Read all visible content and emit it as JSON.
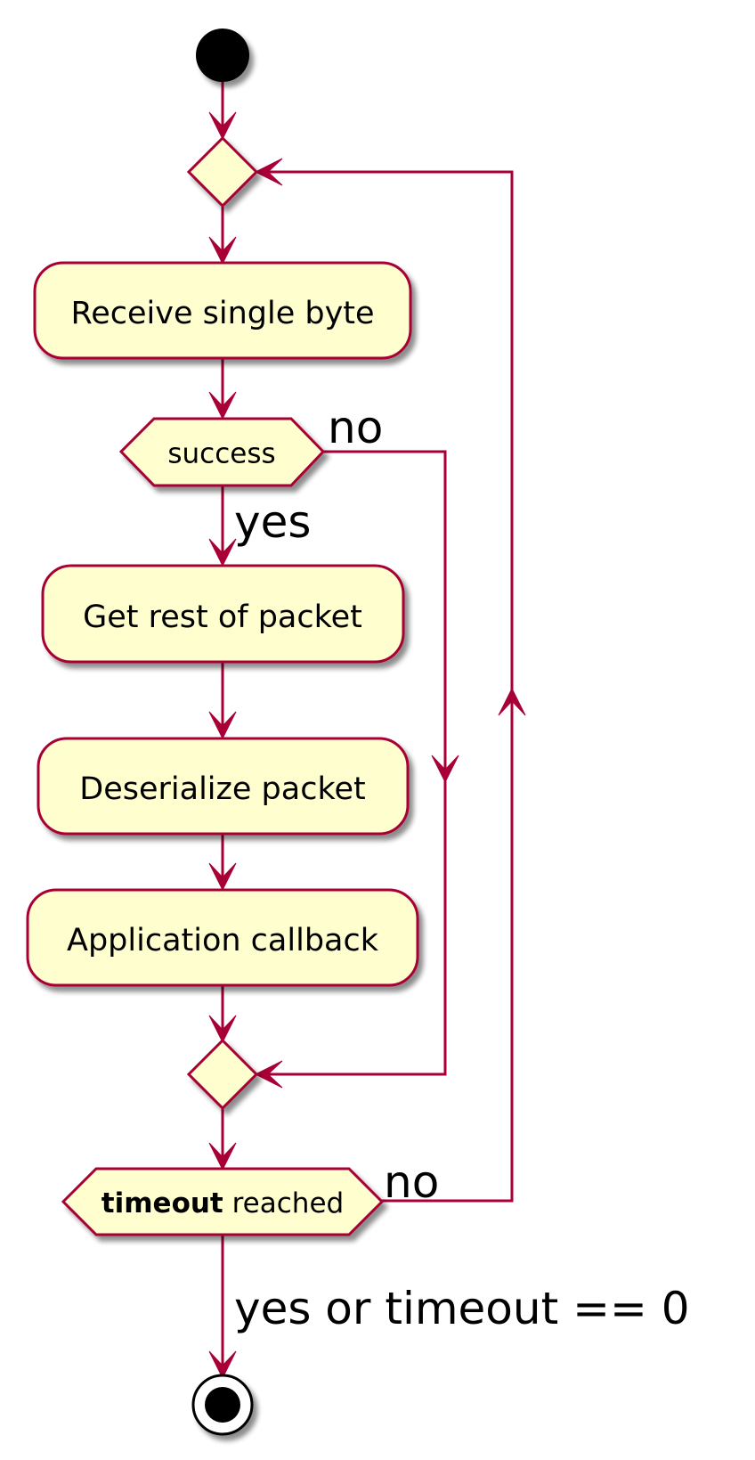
{
  "activities": {
    "receive": "Receive single byte",
    "get_rest": "Get rest of packet",
    "deserialize": "Deserialize packet",
    "callback": "Application callback"
  },
  "conditions": {
    "success": "success",
    "timeout_bold": "timeout",
    "timeout_rest": " reached"
  },
  "labels": {
    "success_no": "no",
    "success_yes": "yes",
    "timeout_no": "no",
    "timeout_yes": "yes or timeout == 0"
  },
  "colors": {
    "stroke": "#A80036",
    "fill": "#FEFECE",
    "shadow": "#999999"
  }
}
